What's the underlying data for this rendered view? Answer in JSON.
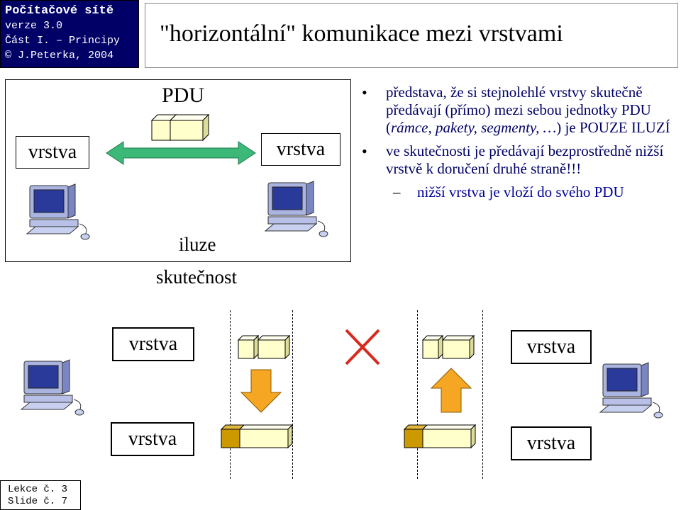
{
  "header": {
    "course": "Počítačové sítě",
    "version": "verze 3.0",
    "part": "Část I. – Principy",
    "copyright": "© J.Peterka, 2004",
    "title": "\"horizontální\" komunikace mezi vrstvami"
  },
  "illustration": {
    "pdu_label": "PDU",
    "layer_left": "vrstva",
    "layer_right": "vrstva",
    "illusion_label": "iluze",
    "reality_label": "skutečnost"
  },
  "bullets": [
    "představa, že si stejnolehlé vrstvy skutečně předávají (přímo) mezi sebou jednotky PDU (",
    "ve skutečnosti je předávají bezprostředně nižší vrstvě k doručení druhé straně!!!"
  ],
  "bullet1_italic": "rámce, pakety, segmenty, …",
  "bullet1_end": ") je POUZE ILUZÍ",
  "sub_bullet": "nižší vrstva je vloží do svého PDU",
  "reality": {
    "top_left": "vrstva",
    "top_right": "vrstva",
    "bottom_left": "vrstva",
    "bottom_right": "vrstva"
  },
  "footer": {
    "lecture": "Lekce č. 3",
    "slide": "Slide č. 7"
  },
  "colors": {
    "header_bg": "#000066",
    "bullet_text": "#000066",
    "arrow_green": "#3cb878",
    "arrow_orange": "#f5a623",
    "packet_light": "#ffffcc",
    "packet_dark": "#cc9900",
    "cross_red": "#d9281c"
  }
}
